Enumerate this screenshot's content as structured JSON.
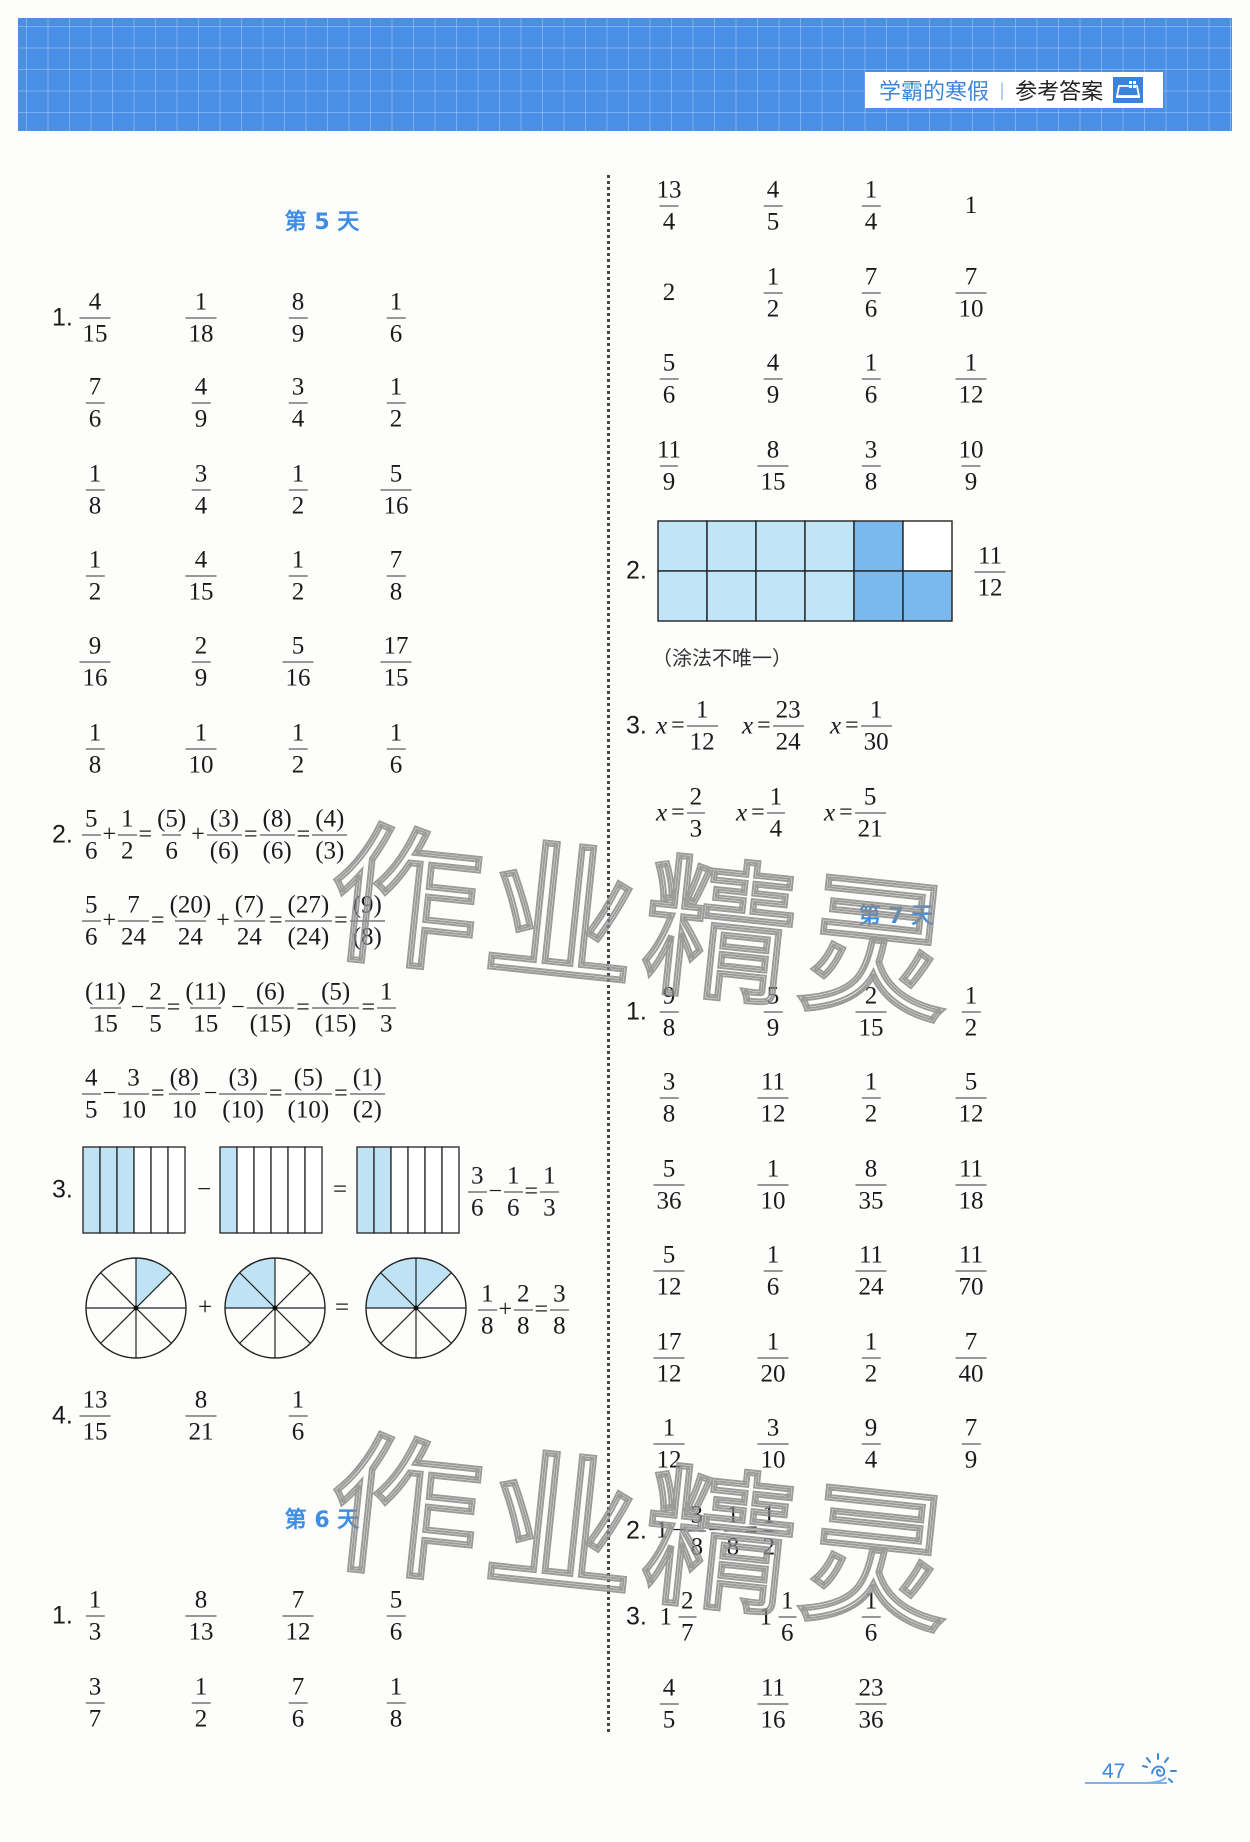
{
  "header": {
    "series": "学霸的寒假",
    "separator": "|",
    "title": "参考答案",
    "icon": "book-icon",
    "banner_color": "#4a8fe6",
    "accent_color": "#3d8ee3"
  },
  "left": {
    "day5": {
      "title": "第 5 天",
      "q1": {
        "label": "1.",
        "rows": [
          [
            [
              "4",
              "15"
            ],
            [
              "1",
              "18"
            ],
            [
              "8",
              "9"
            ],
            [
              "1",
              "6"
            ]
          ],
          [
            [
              "7",
              "6"
            ],
            [
              "4",
              "9"
            ],
            [
              "3",
              "4"
            ],
            [
              "1",
              "2"
            ]
          ],
          [
            [
              "1",
              "8"
            ],
            [
              "3",
              "4"
            ],
            [
              "1",
              "2"
            ],
            [
              "5",
              "16"
            ]
          ],
          [
            [
              "1",
              "2"
            ],
            [
              "4",
              "15"
            ],
            [
              "1",
              "2"
            ],
            [
              "7",
              "8"
            ]
          ],
          [
            [
              "9",
              "16"
            ],
            [
              "2",
              "9"
            ],
            [
              "5",
              "16"
            ],
            [
              "17",
              "15"
            ]
          ],
          [
            [
              "1",
              "8"
            ],
            [
              "1",
              "10"
            ],
            [
              "1",
              "2"
            ],
            [
              "1",
              "6"
            ]
          ]
        ]
      },
      "q2": {
        "label": "2.",
        "lines": [
          [
            [
              "5",
              "6"
            ],
            "+",
            [
              "1",
              "2"
            ],
            "=",
            [
              "(5)",
              "6"
            ],
            "+",
            [
              "(3)",
              "(6)"
            ],
            "=",
            [
              "(8)",
              "(6)"
            ],
            "=",
            [
              "(4)",
              "(3)"
            ]
          ],
          [
            [
              "5",
              "6"
            ],
            "+",
            [
              "7",
              "24"
            ],
            "=",
            [
              "(20)",
              "24"
            ],
            "+",
            [
              "(7)",
              "24"
            ],
            "=",
            [
              "(27)",
              "(24)"
            ],
            "=",
            [
              "(9)",
              "(8)"
            ]
          ],
          [
            [
              "(11)",
              "15"
            ],
            "−",
            [
              "2",
              "5"
            ],
            "=",
            [
              "(11)",
              "15"
            ],
            "−",
            [
              "(6)",
              "(15)"
            ],
            "=",
            [
              "(5)",
              "(15)"
            ],
            "=",
            [
              "1",
              "3"
            ]
          ],
          [
            [
              "4",
              "5"
            ],
            "−",
            [
              "3",
              "10"
            ],
            "=",
            [
              "(8)",
              "10"
            ],
            "−",
            [
              "(3)",
              "(10)"
            ],
            "=",
            [
              "(5)",
              "(10)"
            ],
            "=",
            [
              "(1)",
              "(2)"
            ]
          ]
        ]
      },
      "q3": {
        "label": "3.",
        "rect_ops": [
          "−",
          "="
        ],
        "rects_shaded": [
          3,
          1,
          2
        ],
        "rect_parts": 6,
        "rect_equation": [
          [
            "3",
            "6"
          ],
          "−",
          [
            "1",
            "6"
          ],
          "=",
          [
            "1",
            "3"
          ]
        ],
        "circle_ops": [
          "+",
          "="
        ],
        "circle_parts": 8,
        "circle_equation": [
          [
            "1",
            "8"
          ],
          "+",
          [
            "2",
            "8"
          ],
          "=",
          [
            "3",
            "8"
          ]
        ],
        "shade_color": "#bfe3f5"
      },
      "q4": {
        "label": "4.",
        "items": [
          [
            "13",
            "15"
          ],
          [
            "8",
            "21"
          ],
          [
            "1",
            "6"
          ]
        ]
      }
    },
    "day6": {
      "title": "第 6 天",
      "q1": {
        "label": "1.",
        "rows": [
          [
            [
              "1",
              "3"
            ],
            [
              "8",
              "13"
            ],
            [
              "7",
              "12"
            ],
            [
              "5",
              "6"
            ]
          ],
          [
            [
              "3",
              "7"
            ],
            [
              "1",
              "2"
            ],
            [
              "7",
              "6"
            ],
            [
              "1",
              "8"
            ]
          ]
        ]
      }
    }
  },
  "right": {
    "day6_cont": {
      "rows": [
        [
          [
            "13",
            "4"
          ],
          [
            "4",
            "5"
          ],
          [
            "1",
            "4"
          ],
          "1"
        ],
        [
          "2",
          [
            "1",
            "2"
          ],
          [
            "7",
            "6"
          ],
          [
            "7",
            "10"
          ]
        ],
        [
          [
            "5",
            "6"
          ],
          [
            "4",
            "9"
          ],
          [
            "1",
            "6"
          ],
          [
            "1",
            "12"
          ]
        ],
        [
          [
            "11",
            "9"
          ],
          [
            "8",
            "15"
          ],
          [
            "3",
            "8"
          ],
          [
            "10",
            "9"
          ]
        ]
      ],
      "q2": {
        "label": "2.",
        "grid_cols": 6,
        "grid_rows": 2,
        "light_color": "#bfe5f7",
        "dark_color": "#7ab9ee",
        "answer": [
          "11",
          "12"
        ],
        "note": "（涂法不唯一）"
      },
      "q3": {
        "label": "3.",
        "var": "x",
        "rows": [
          [
            [
              "1",
              "12"
            ],
            [
              "23",
              "24"
            ],
            [
              "1",
              "30"
            ]
          ],
          [
            [
              "2",
              "3"
            ],
            [
              "1",
              "4"
            ],
            [
              "5",
              "21"
            ]
          ]
        ]
      }
    },
    "day7": {
      "title": "第 7 天",
      "q1": {
        "label": "1.",
        "rows": [
          [
            [
              "9",
              "8"
            ],
            [
              "5",
              "9"
            ],
            [
              "2",
              "15"
            ],
            [
              "1",
              "2"
            ]
          ],
          [
            [
              "3",
              "8"
            ],
            [
              "11",
              "12"
            ],
            [
              "1",
              "2"
            ],
            [
              "5",
              "12"
            ]
          ],
          [
            [
              "5",
              "36"
            ],
            [
              "1",
              "10"
            ],
            [
              "8",
              "35"
            ],
            [
              "11",
              "18"
            ]
          ],
          [
            [
              "5",
              "12"
            ],
            [
              "1",
              "6"
            ],
            [
              "11",
              "24"
            ],
            [
              "11",
              "70"
            ]
          ],
          [
            [
              "17",
              "12"
            ],
            [
              "1",
              "20"
            ],
            [
              "1",
              "2"
            ],
            [
              "7",
              "40"
            ]
          ],
          [
            [
              "1",
              "12"
            ],
            [
              "3",
              "10"
            ],
            [
              "9",
              "4"
            ],
            [
              "7",
              "9"
            ]
          ]
        ]
      },
      "q2": {
        "label": "2.",
        "equation": [
          "1",
          "−",
          [
            "3",
            "8"
          ],
          "−",
          [
            "1",
            "8"
          ],
          "=",
          [
            "1",
            "2"
          ]
        ]
      },
      "q3": {
        "label": "3.",
        "rows": [
          [
            [
              "1",
              "2",
              "7"
            ],
            [
              "1",
              "1",
              "6"
            ],
            [
              "1",
              "6"
            ]
          ],
          [
            [
              "4",
              "5"
            ],
            [
              "11",
              "16"
            ],
            [
              "23",
              "36"
            ]
          ]
        ]
      }
    }
  },
  "watermark": {
    "text": "作业精灵"
  },
  "footer": {
    "page_number": "47",
    "icon": "sun-swirl-icon"
  }
}
